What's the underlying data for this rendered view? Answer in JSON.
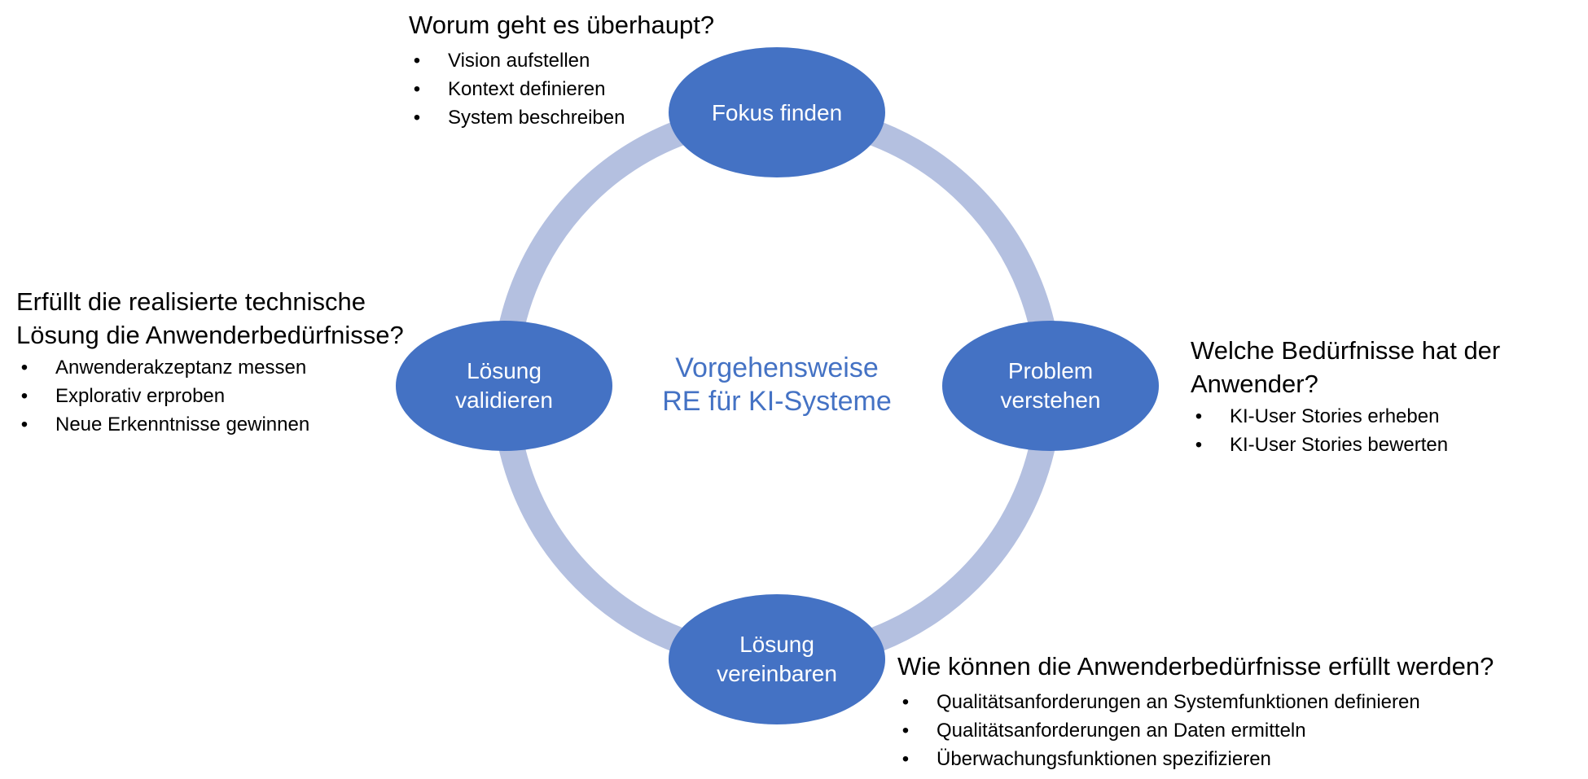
{
  "diagram": {
    "center_title": [
      "Vorgehensweise",
      "RE für KI-Systeme"
    ],
    "nodes": {
      "top": [
        "Fokus finden"
      ],
      "right": [
        "Problem",
        "verstehen"
      ],
      "bottom": [
        "Lösung",
        "vereinbaren"
      ],
      "left": [
        "Lösung",
        "validieren"
      ]
    },
    "colors": {
      "node_fill": "#4472c4",
      "ring": "#b4c0e0",
      "center_text": "#4472c4"
    }
  },
  "blocks": {
    "top": {
      "heading": "Worum geht es überhaupt?",
      "items": [
        "Vision aufstellen",
        "Kontext definieren",
        "System beschreiben"
      ]
    },
    "left": {
      "heading_lines": [
        "Erfüllt die realisierte technische",
        "Lösung die Anwenderbedürfnisse?"
      ],
      "items": [
        "Anwenderakzeptanz messen",
        "Explorativ erproben",
        "Neue Erkenntnisse gewinnen"
      ]
    },
    "right": {
      "heading_lines": [
        "Welche Bedürfnisse hat der",
        "Anwender?"
      ],
      "items": [
        "KI-User Stories erheben",
        "KI-User Stories bewerten"
      ]
    },
    "bottom": {
      "heading": "Wie können die Anwenderbedürfnisse erfüllt werden?",
      "items": [
        "Qualitätsanforderungen an Systemfunktionen definieren",
        "Qualitätsanforderungen an Daten ermitteln",
        "Überwachungsfunktionen spezifizieren"
      ]
    },
    "bullet": "•"
  }
}
